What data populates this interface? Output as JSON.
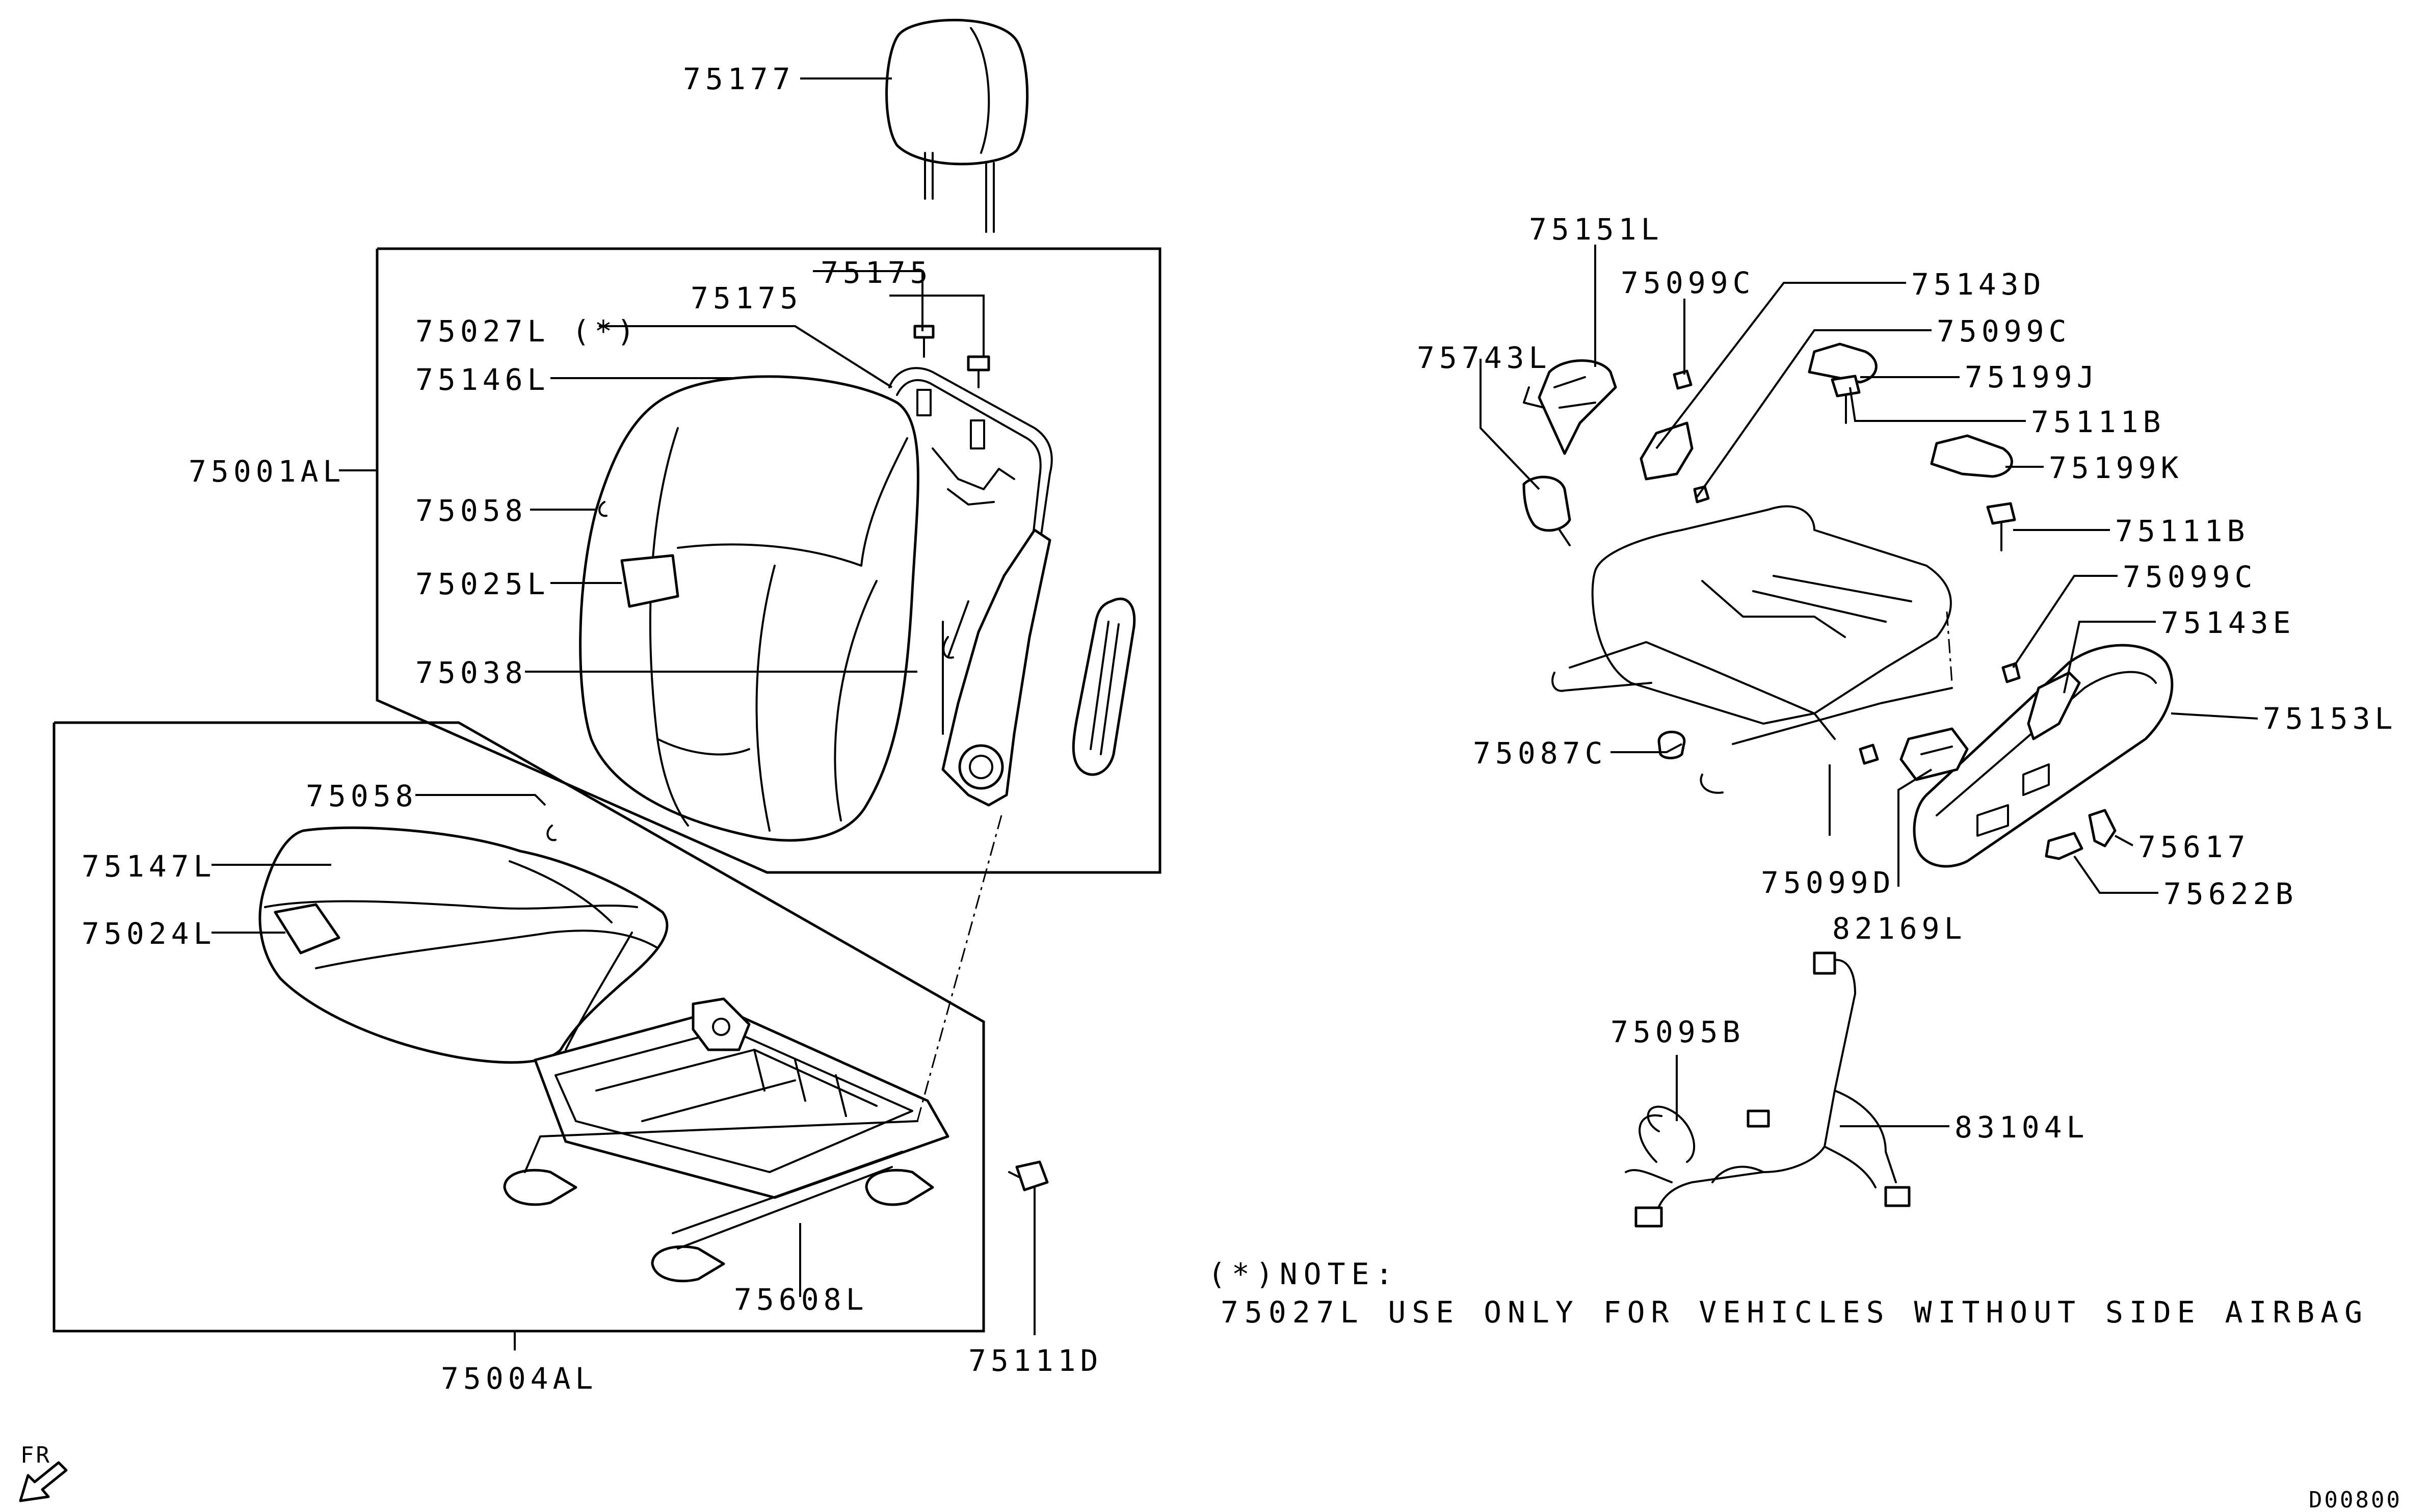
{
  "drawing_code": "D00800",
  "fr_label": "FR",
  "callouts": {
    "c75177": "75177",
    "c75175a": "75175",
    "c75175b": "75175",
    "c75027L": "75027L (*)",
    "c75146L": "75146L",
    "c75001AL": "75001AL",
    "c75058a": "75058",
    "c75025L": "75025L",
    "c75038": "75038",
    "c75058b": "75058",
    "c75147L": "75147L",
    "c75024L": "75024L",
    "c75608L": "75608L",
    "c75004AL": "75004AL",
    "c75111D": "75111D",
    "c75151L": "75151L",
    "c75099Ca": "75099C",
    "c75143D": "75143D",
    "c75099Cb": "75099C",
    "c75743L": "75743L",
    "c75199J": "75199J",
    "c75111Ba": "75111B",
    "c75199K": "75199K",
    "c75111Bb": "75111B",
    "c75099Cc": "75099C",
    "c75143E": "75143E",
    "c75153L": "75153L",
    "c75087C": "75087C",
    "c75617": "75617",
    "c75622B": "75622B",
    "c75099D": "75099D",
    "c82169L": "82169L",
    "c75095B": "75095B",
    "c83104L": "83104L"
  },
  "note": {
    "heading": "(*)NOTE:",
    "text": "75027L USE ONLY FOR VEHICLES WITHOUT SIDE AIRBAG"
  },
  "icons": {
    "fr_arrow": "front-direction-arrow-icon"
  }
}
